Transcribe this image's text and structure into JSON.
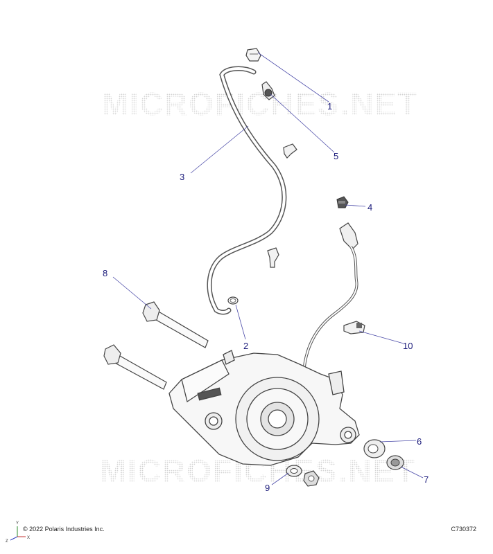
{
  "watermark": {
    "text": "MICROFICHES.NET"
  },
  "callouts": [
    {
      "id": "1",
      "label": "1"
    },
    {
      "id": "2",
      "label": "2"
    },
    {
      "id": "3",
      "label": "3"
    },
    {
      "id": "4",
      "label": "4"
    },
    {
      "id": "5",
      "label": "5"
    },
    {
      "id": "6",
      "label": "6"
    },
    {
      "id": "7",
      "label": "7"
    },
    {
      "id": "8",
      "label": "8"
    },
    {
      "id": "9",
      "label": "9"
    },
    {
      "id": "10",
      "label": "10"
    }
  ],
  "footer": {
    "copyright": "© 2022 Polaris Industries Inc.",
    "drawing_id": "C730372"
  },
  "axes": {
    "x": "X",
    "y": "Y",
    "z": "Z"
  },
  "colors": {
    "callout_line": "#4a4aa8",
    "callout_text": "#1a1a7a",
    "part_stroke": "#444444",
    "watermark": "#dcdcdc"
  }
}
